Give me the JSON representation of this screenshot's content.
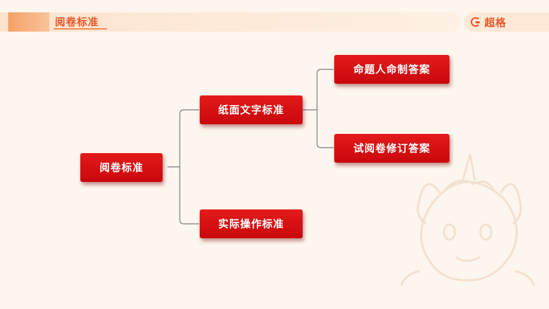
{
  "header": {
    "title": "阅卷标准"
  },
  "brand": {
    "name": "超格",
    "icon": "g-logo-icon"
  },
  "colors": {
    "node_fill": "#d7101a",
    "accent": "#e8562a",
    "connector": "#7a7a7a"
  },
  "diagram": {
    "root": "阅卷标准",
    "branch_paper": "纸面文字标准",
    "branch_practice": "实际操作标准",
    "leaf_proposer": "命题人命制答案",
    "leaf_trial": "试阅卷修订答案"
  }
}
